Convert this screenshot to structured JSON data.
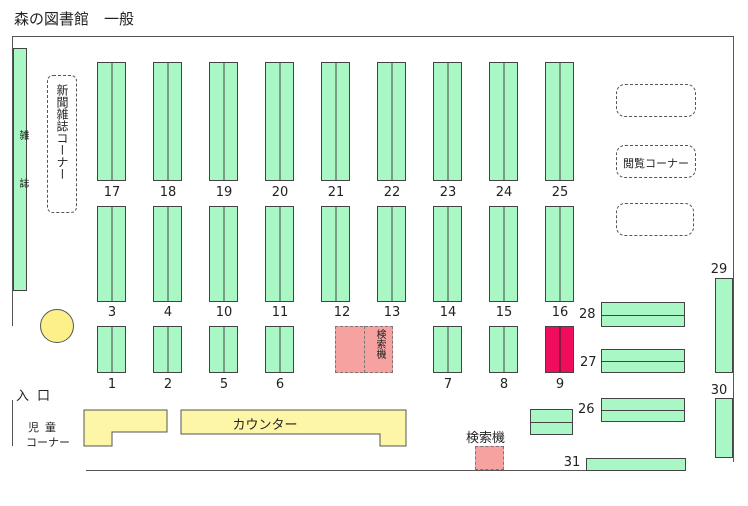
{
  "title": "森の図書館　一般",
  "shelves_top_row": [
    "17",
    "18",
    "19",
    "20",
    "21",
    "22",
    "23",
    "24",
    "25"
  ],
  "shelves_mid_row": [
    "3",
    "4",
    "10",
    "11",
    "12",
    "13",
    "14",
    "15",
    "16"
  ],
  "shelves_bottom_row": [
    "1",
    "2",
    "5",
    "6",
    "7",
    "8",
    "9"
  ],
  "side_shelves": [
    "26",
    "27",
    "28",
    "29",
    "30",
    "31"
  ],
  "labels": {
    "magazine_rack": "雑誌",
    "newspaper_corner": "新聞雑誌コーナー",
    "reading_corner": "閲覧コーナー",
    "search_terminal_top": "検索機",
    "search_terminal_bottom": "検索機",
    "entrance": "入口",
    "childrens_corner_line1": "児童",
    "childrens_corner_line2": "コーナー",
    "counter": "カウンター"
  },
  "colors": {
    "shelf": "#a9f7c4",
    "highlight_shelf": "#f00d5e",
    "search_terminal": "#f6a2a0",
    "counter": "#fdf6a6",
    "pillar": "#fdf08a"
  },
  "highlighted_shelf": "9"
}
